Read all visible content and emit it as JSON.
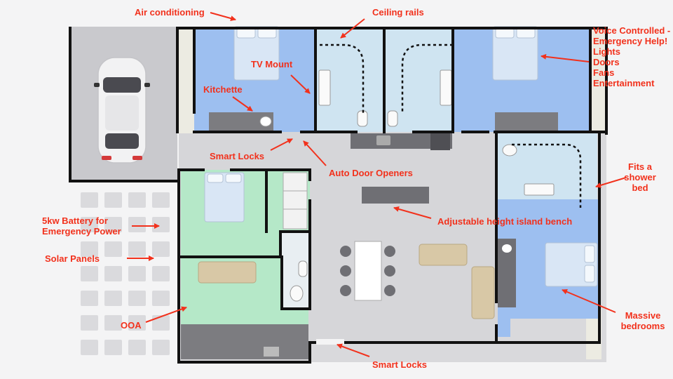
{
  "colors": {
    "label_red": "#f2311c",
    "bedroom_blue": "#9dbff0",
    "ensuite_light_blue": "#cfe4f1",
    "ooa_green": "#b5e8c8",
    "wall": "#111111",
    "floor_grey": "#d9d9dc",
    "furniture_tan": "#d8c8a6"
  },
  "labels": {
    "air_conditioning": "Air conditioning",
    "ceiling_rails": "Ceiling rails",
    "tv_mount": "TV Mount",
    "kitchette": "Kitchette",
    "smart_locks_top": "Smart Locks",
    "auto_door_openers": "Auto Door Openers",
    "voice_controlled": [
      "Voice Controlled -",
      "Emergency Help!",
      "Lights",
      "Doors",
      "Fans",
      "Entertainment"
    ],
    "fits_shower_bed": [
      "Fits a",
      "shower",
      "bed"
    ],
    "battery": [
      "5kw Battery for",
      "Emergency Power"
    ],
    "solar_panels": "Solar Panels",
    "adjustable_bench": "Adjustable height island bench",
    "ooa": "OOA",
    "massive_bedrooms": [
      "Massive",
      "bedrooms"
    ],
    "smart_locks_bottom": "Smart Locks"
  },
  "icons": [
    "car-icon",
    "bed-icon",
    "sofa-icon",
    "toilet-icon",
    "sink-icon",
    "arrow-icon"
  ]
}
